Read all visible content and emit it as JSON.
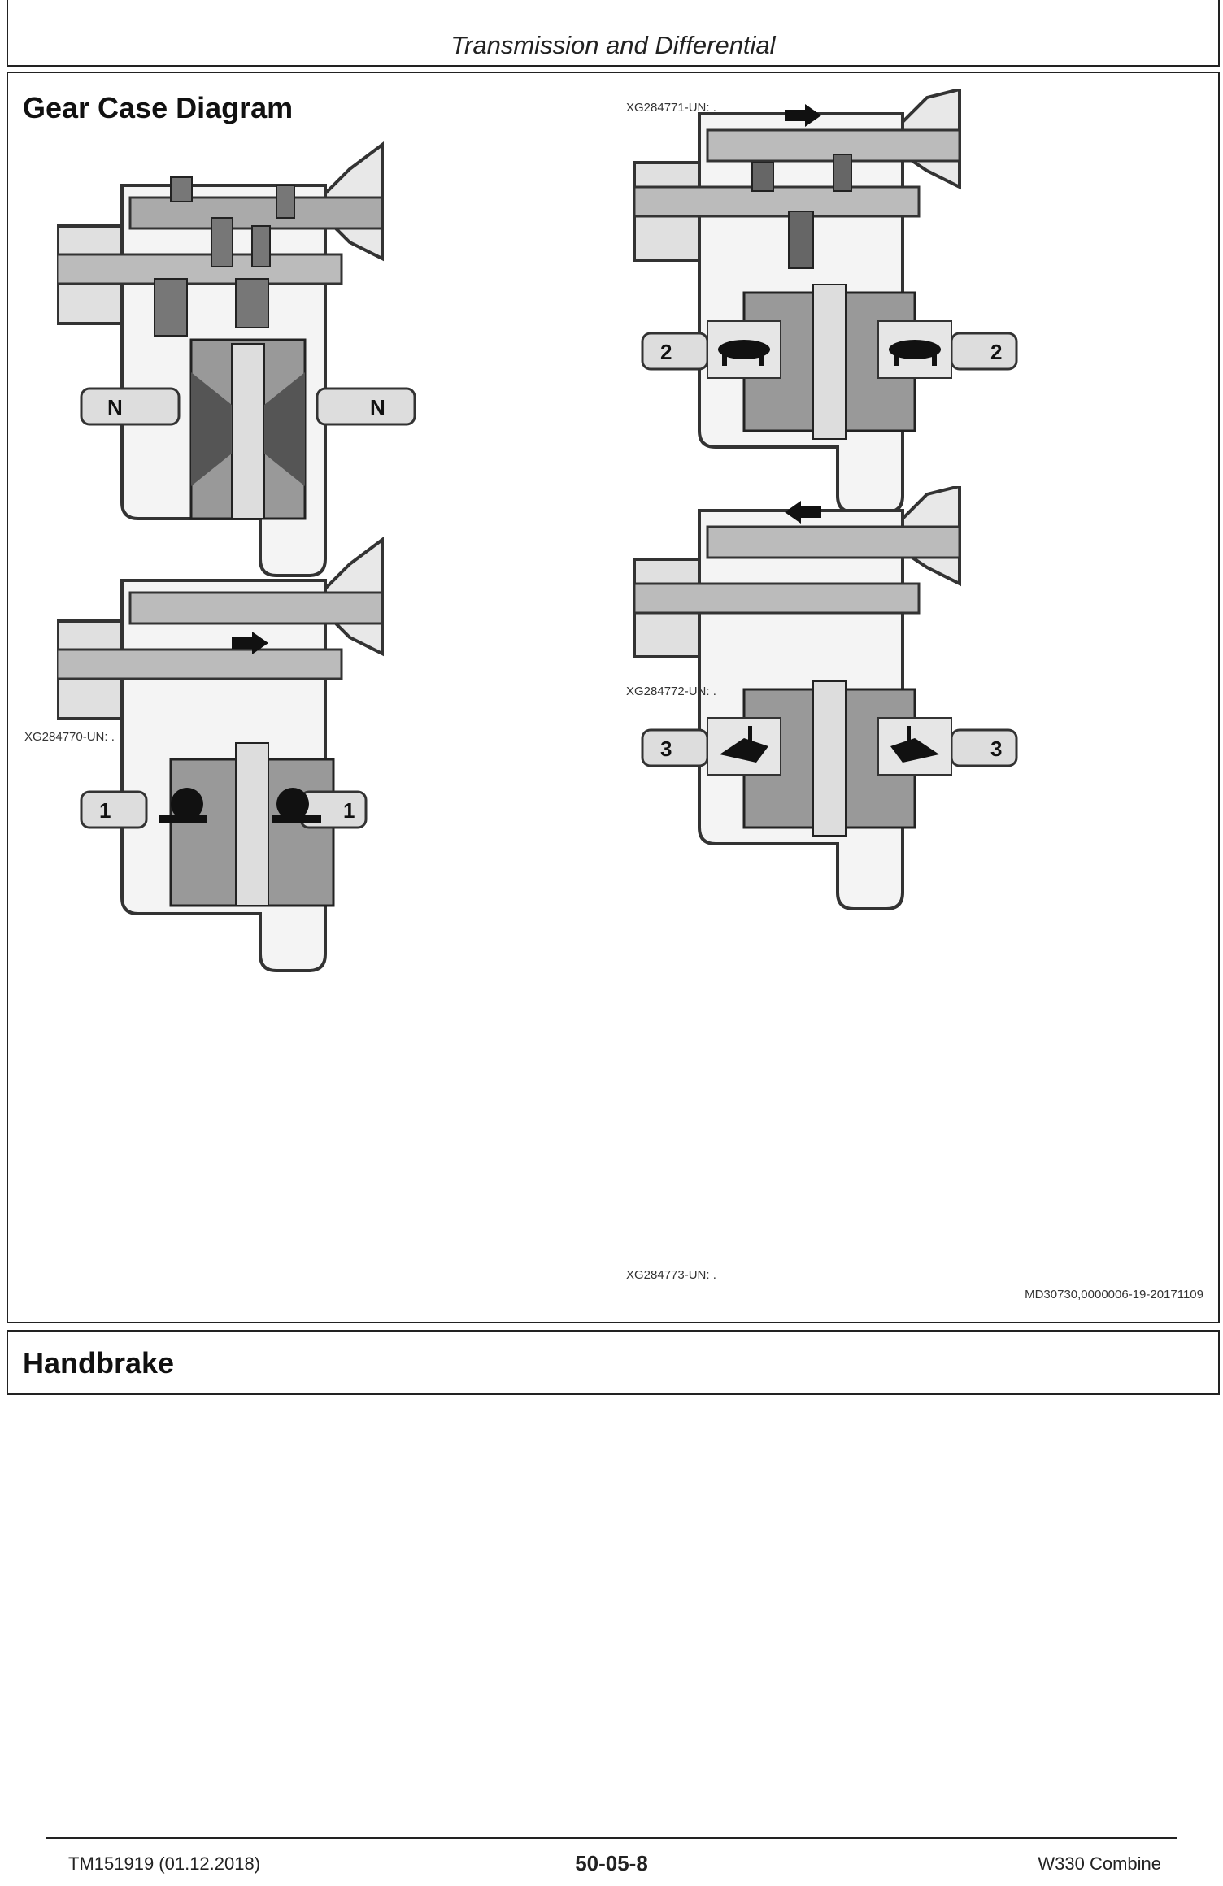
{
  "header": {
    "title": "Transmission and Differential"
  },
  "gear_case": {
    "title": "Gear Case Diagram",
    "figures": [
      {
        "id": "neutral",
        "label_left": "N",
        "label_right": "N",
        "mode_icon": "none"
      },
      {
        "id": "gear2",
        "label_left": "2",
        "label_right": "2",
        "mode_icon": "tortoise-icon"
      },
      {
        "id": "gear1",
        "label_left": "1",
        "label_right": "1",
        "mode_icon": "snail-icon"
      },
      {
        "id": "gear3",
        "label_left": "3",
        "label_right": "3",
        "mode_icon": "rabbit-icon"
      }
    ],
    "captions": {
      "top_right": "XG284771-UN: .",
      "bottom_left": "XG284770-UN: .",
      "mid_right": "XG284772-UN: .",
      "bottom_right": "XG284773-UN: ."
    },
    "reference": "MD30730,0000006-19-20171109"
  },
  "handbrake": {
    "title": "Handbrake"
  },
  "footer": {
    "doc_id": "TM151919 (01.12.2018)",
    "page": "50-05-8",
    "model": "W330 Combine"
  }
}
